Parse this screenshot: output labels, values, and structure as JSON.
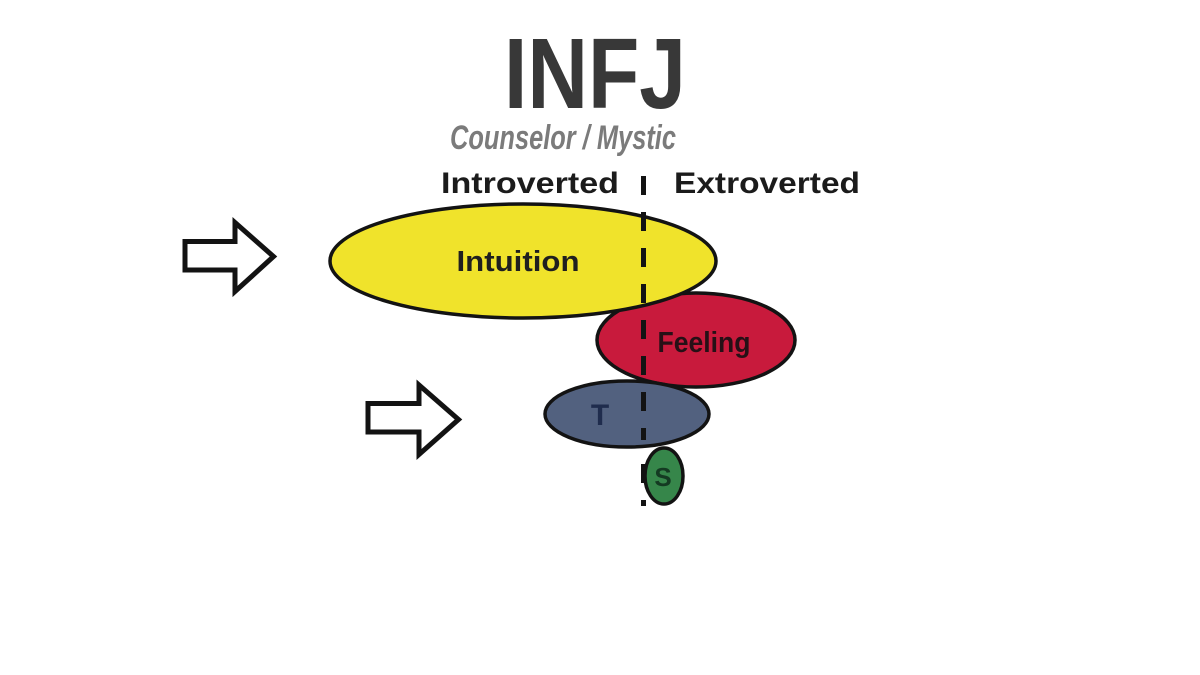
{
  "title": "INFJ",
  "subtitle": "Counselor / Mystic",
  "axis": {
    "left_label": "Introverted",
    "right_label": "Extroverted"
  },
  "colors": {
    "background": "#ffffff",
    "outline": "#131313",
    "title": "#383838",
    "subtitle": "#7b7b7b",
    "axis_label": "#1b1b1b",
    "intuition_yellow": "#F0E32B",
    "feeling_red": "#C81A3C",
    "thinking_slate": "#52617F",
    "sensing_green": "#36864A"
  },
  "icons": {
    "arrow_top": "right-arrow-icon",
    "arrow_bottom": "right-arrow-icon"
  },
  "diagram": {
    "type": "mbti-cognitive-function-stack",
    "divider_style": "vertical dashed line",
    "functions": [
      {
        "rank": 1,
        "label": "Intuition",
        "color": "#F0E32B",
        "side": "introverted",
        "size": "largest"
      },
      {
        "rank": 2,
        "label": "Feeling",
        "color": "#C81A3C",
        "side": "extroverted",
        "size": "large"
      },
      {
        "rank": 3,
        "label": "T",
        "color": "#52617F",
        "side": "introverted",
        "size": "medium"
      },
      {
        "rank": 4,
        "label": "S",
        "color": "#36864A",
        "side": "extroverted",
        "size": "small"
      }
    ]
  }
}
